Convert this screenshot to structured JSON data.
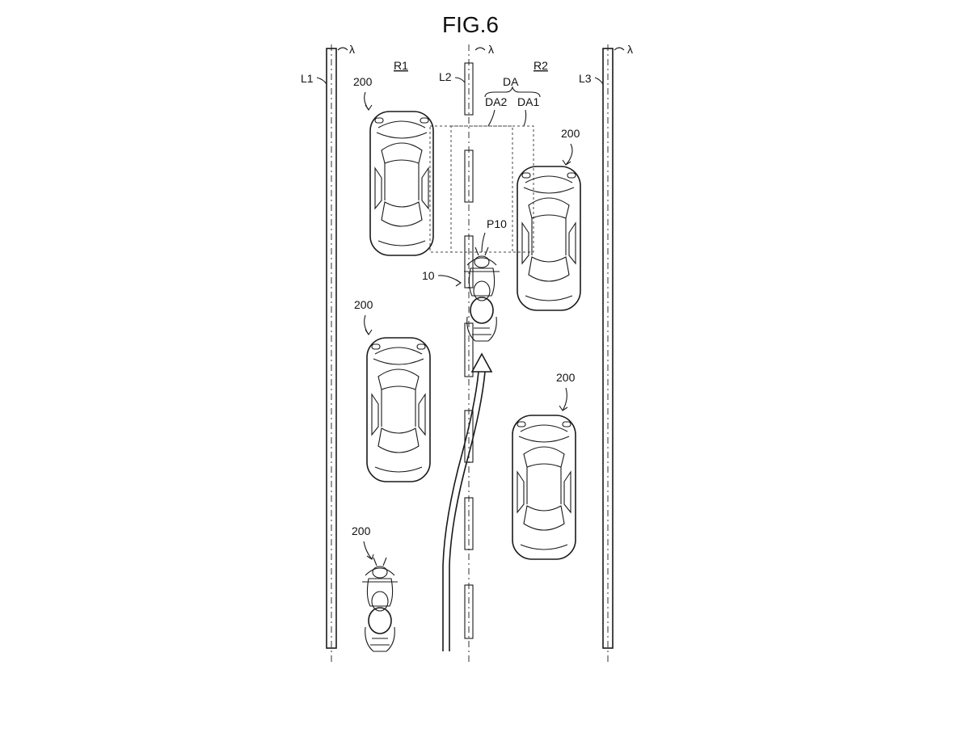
{
  "figure": {
    "title": "FIG.6",
    "lambda": "λ",
    "lines": {
      "l1": "L1",
      "l2": "L2",
      "l3": "L3"
    },
    "regions": {
      "r1": "R1",
      "r2": "R2"
    },
    "detection_area": {
      "da": "DA",
      "da1": "DA1",
      "da2": "DA2",
      "point": "P10"
    },
    "own_vehicle": "10",
    "other_vehicle": "200"
  }
}
